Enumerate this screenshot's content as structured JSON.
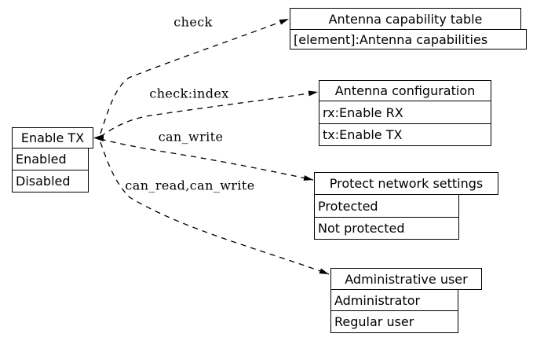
{
  "diagram": {
    "background_color": "#ffffff",
    "line_color": "#000000",
    "nodes": {
      "enable_tx": {
        "header": "Enable TX",
        "rows": [
          "Enabled",
          "Disabled"
        ]
      },
      "antenna_capability_table": {
        "header": "Antenna capability table",
        "rows": [
          "[element]:Antenna capabilities"
        ]
      },
      "antenna_configuration": {
        "header": "Antenna configuration",
        "rows": [
          "rx:Enable RX",
          "tx:Enable TX"
        ]
      },
      "protect_network_settings": {
        "header": "Protect network settings",
        "rows": [
          "Protected",
          "Not protected"
        ]
      },
      "administrative_user": {
        "header": "Administrative user",
        "rows": [
          "Administrator",
          "Regular user"
        ]
      }
    },
    "edges": [
      {
        "label": "check",
        "from": "enable_tx",
        "to": "antenna_capability_table"
      },
      {
        "label": "check:index",
        "from": "enable_tx",
        "to": "antenna_configuration"
      },
      {
        "label": "can_write",
        "from": "enable_tx",
        "to": "protect_network_settings"
      },
      {
        "label": "can_read,can_write",
        "from": "enable_tx",
        "to": "administrative_user"
      }
    ]
  }
}
